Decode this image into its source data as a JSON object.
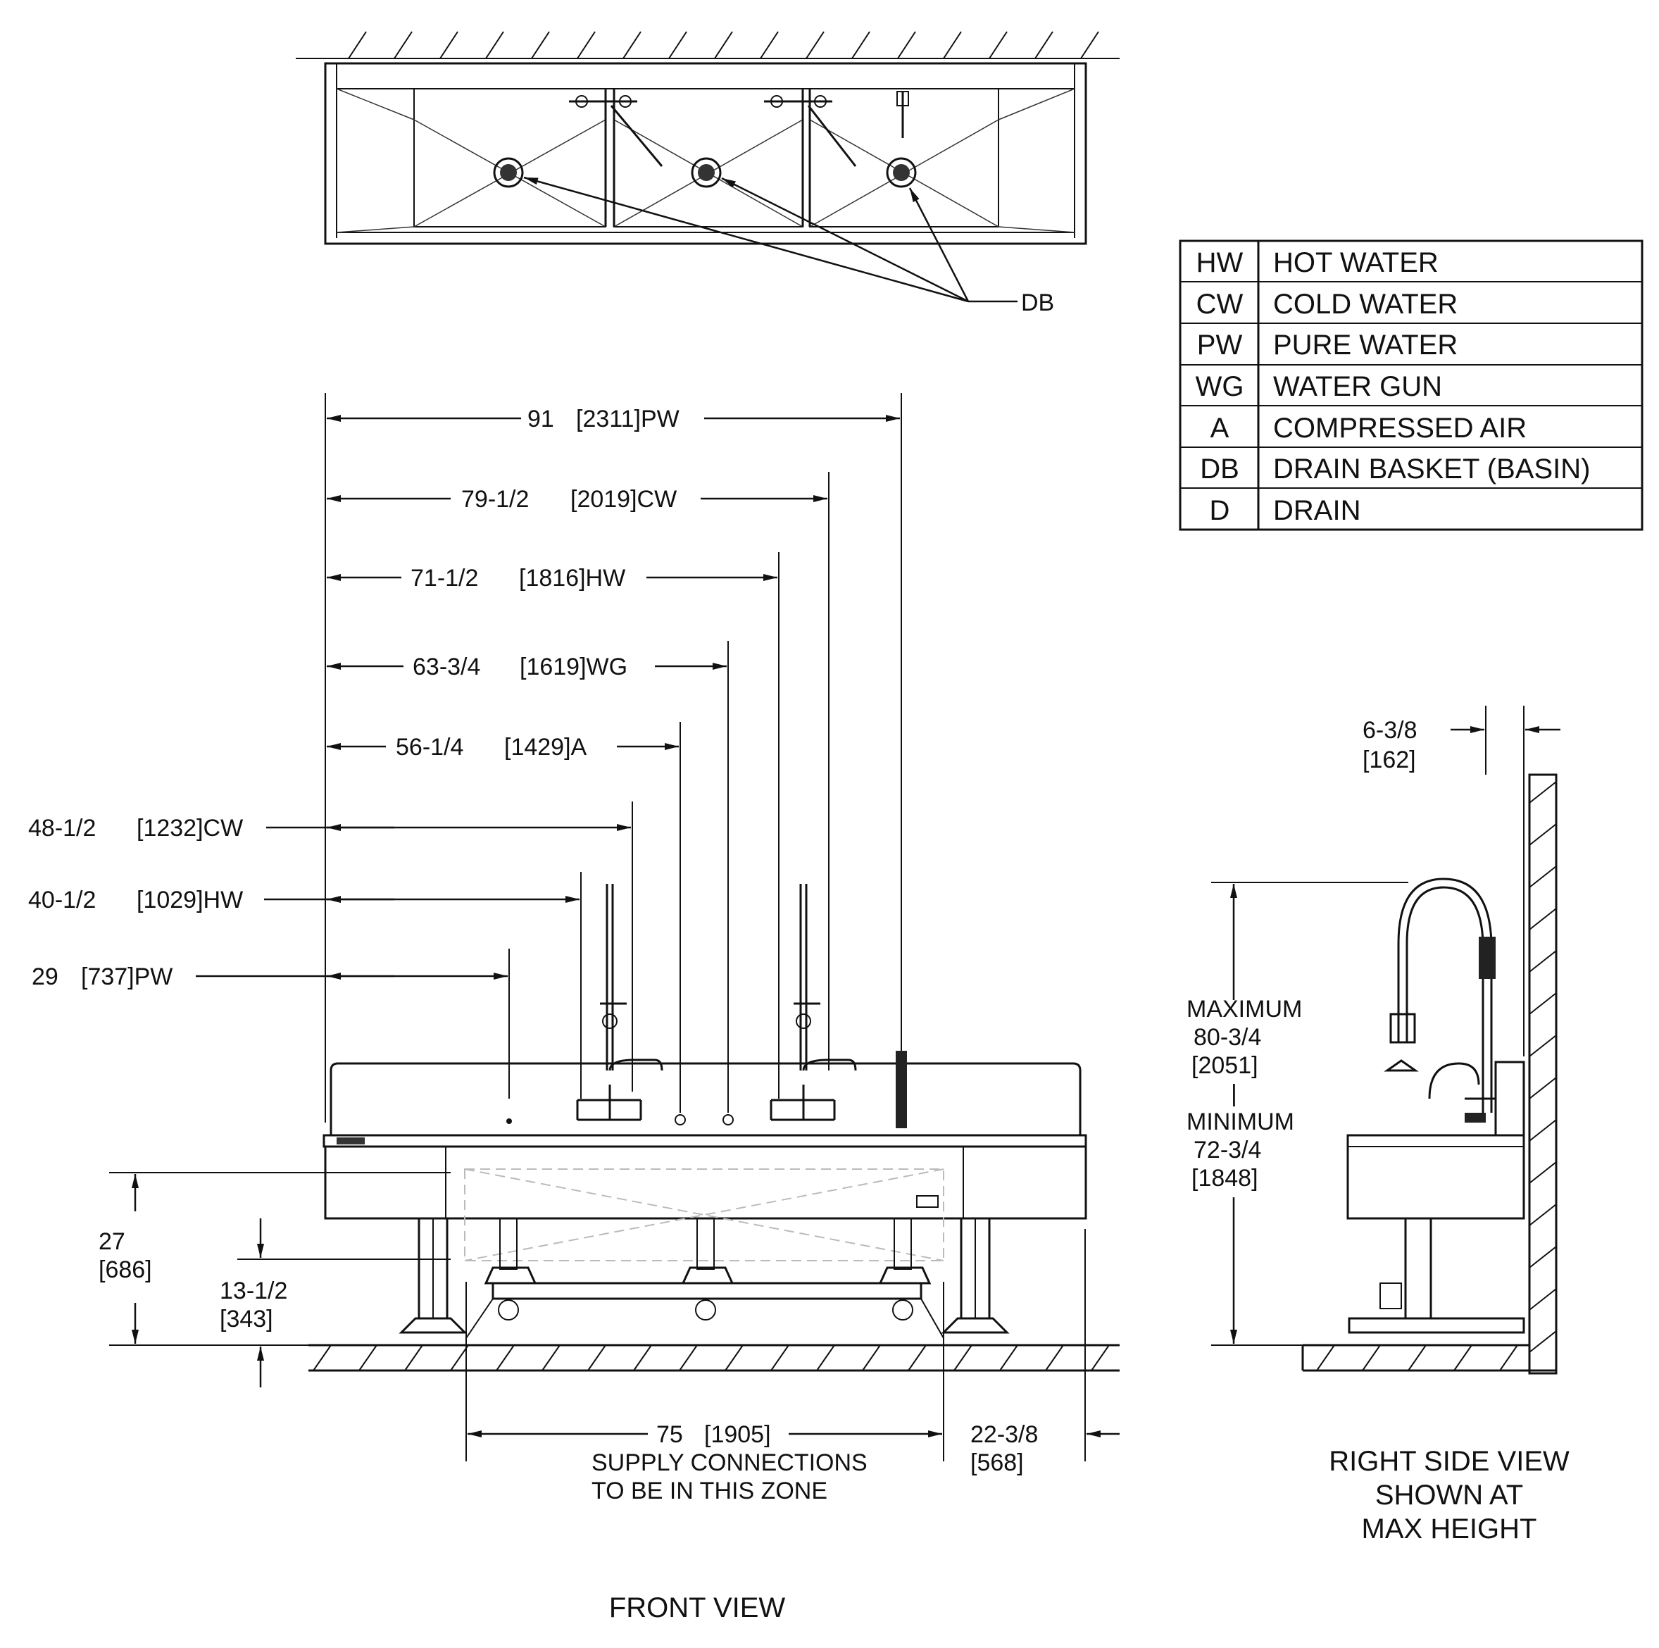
{
  "top_view": {
    "callout_label": "DB"
  },
  "legend": {
    "rows": [
      {
        "code": "HW",
        "description": "HOT WATER"
      },
      {
        "code": "CW",
        "description": "COLD WATER"
      },
      {
        "code": "PW",
        "description": "PURE WATER"
      },
      {
        "code": "WG",
        "description": "WATER GUN"
      },
      {
        "code": "A",
        "description": "COMPRESSED AIR"
      },
      {
        "code": "DB",
        "description": "DRAIN BASKET (BASIN)"
      },
      {
        "code": "D",
        "description": "DRAIN"
      }
    ]
  },
  "front_view": {
    "title": "FRONT VIEW",
    "horizontal_dims": [
      {
        "inches": "91",
        "mm": "[2311]PW"
      },
      {
        "inches": "79-1/2",
        "mm": "[2019]CW"
      },
      {
        "inches": "71-1/2",
        "mm": "[1816]HW"
      },
      {
        "inches": "63-3/4",
        "mm": "[1619]WG"
      },
      {
        "inches": "56-1/4",
        "mm": "[1429]A"
      },
      {
        "inches": "48-1/2",
        "mm": "[1232]CW"
      },
      {
        "inches": "40-1/2",
        "mm": "[1029]HW"
      },
      {
        "inches": "29",
        "mm": "[737]PW"
      }
    ],
    "height_dim": {
      "inches": "27",
      "mm": "[686]"
    },
    "low_height_dim": {
      "inches": "13-1/2",
      "mm": "[343]"
    },
    "supply_zone": {
      "inches": "75",
      "mm": "[1905]",
      "note_line1": "SUPPLY CONNECTIONS",
      "note_line2": "TO BE IN THIS ZONE"
    },
    "right_offset_dim": {
      "inches": "22-3/8",
      "mm": "[568]"
    }
  },
  "side_view": {
    "title_line1": "RIGHT SIDE VIEW",
    "title_line2": "SHOWN AT",
    "title_line3": "MAX HEIGHT",
    "wall_offset_dim": {
      "inches": "6-3/8",
      "mm": "[162]"
    },
    "height_dim": {
      "max_label": "MAXIMUM",
      "max_inches": "80-3/4",
      "max_mm": "[2051]",
      "separator": "|",
      "min_label": "MINIMUM",
      "min_inches": "72-3/4",
      "min_mm": "[1848]"
    }
  }
}
